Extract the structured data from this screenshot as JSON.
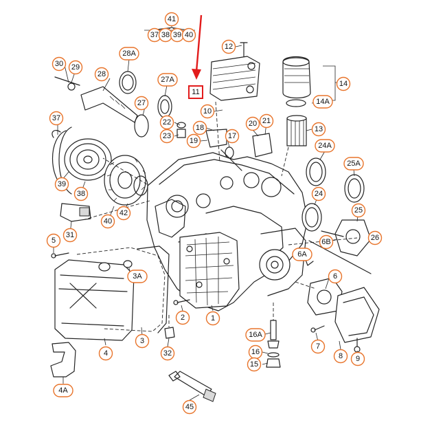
{
  "diagram": {
    "callouts": [
      {
        "id": "c41",
        "label": "41"
      },
      {
        "id": "c37a",
        "label": "37"
      },
      {
        "id": "c38a",
        "label": "38"
      },
      {
        "id": "c39a",
        "label": "39"
      },
      {
        "id": "c40a",
        "label": "40"
      },
      {
        "id": "c12",
        "label": "12"
      },
      {
        "id": "c30",
        "label": "30"
      },
      {
        "id": "c29",
        "label": "29"
      },
      {
        "id": "c28A",
        "label": "28A"
      },
      {
        "id": "c28",
        "label": "28"
      },
      {
        "id": "c27A",
        "label": "27A"
      },
      {
        "id": "c27",
        "label": "27"
      },
      {
        "id": "c10",
        "label": "10"
      },
      {
        "id": "c14",
        "label": "14"
      },
      {
        "id": "c14A",
        "label": "14A"
      },
      {
        "id": "c37",
        "label": "37"
      },
      {
        "id": "c22",
        "label": "22"
      },
      {
        "id": "c23",
        "label": "23"
      },
      {
        "id": "c18",
        "label": "18"
      },
      {
        "id": "c19",
        "label": "19"
      },
      {
        "id": "c17",
        "label": "17"
      },
      {
        "id": "c20",
        "label": "20"
      },
      {
        "id": "c21",
        "label": "21"
      },
      {
        "id": "c13",
        "label": "13"
      },
      {
        "id": "c24A",
        "label": "24A"
      },
      {
        "id": "c25A",
        "label": "25A"
      },
      {
        "id": "c39",
        "label": "39"
      },
      {
        "id": "c38",
        "label": "38"
      },
      {
        "id": "c24",
        "label": "24"
      },
      {
        "id": "c25",
        "label": "25"
      },
      {
        "id": "c42",
        "label": "42"
      },
      {
        "id": "c40",
        "label": "40"
      },
      {
        "id": "c31",
        "label": "31"
      },
      {
        "id": "c6B",
        "label": "6B"
      },
      {
        "id": "c26",
        "label": "26"
      },
      {
        "id": "c5",
        "label": "5"
      },
      {
        "id": "c6A",
        "label": "6A"
      },
      {
        "id": "c3A",
        "label": "3A"
      },
      {
        "id": "c6",
        "label": "6"
      },
      {
        "id": "c2",
        "label": "2"
      },
      {
        "id": "c1",
        "label": "1"
      },
      {
        "id": "c16A",
        "label": "16A"
      },
      {
        "id": "c3",
        "label": "3"
      },
      {
        "id": "c7",
        "label": "7"
      },
      {
        "id": "c4",
        "label": "4"
      },
      {
        "id": "c32",
        "label": "32"
      },
      {
        "id": "c16",
        "label": "16"
      },
      {
        "id": "c8",
        "label": "8"
      },
      {
        "id": "c9",
        "label": "9"
      },
      {
        "id": "c15",
        "label": "15"
      },
      {
        "id": "c4A",
        "label": "4A"
      },
      {
        "id": "c45",
        "label": "45"
      }
    ],
    "highlight": {
      "label": "11"
    },
    "colors": {
      "callout": "#e8742b",
      "highlight": "#e21b1b",
      "arrow": "#e21b1b",
      "line": "#222222"
    }
  }
}
